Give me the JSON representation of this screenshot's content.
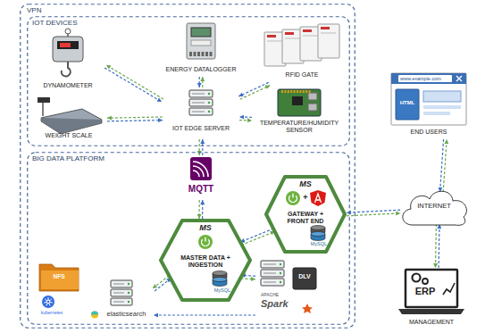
{
  "diagram": {
    "nodes": [
      {
        "text": [
          "VPN"
        ]
      },
      {
        "text": [
          "IOT DEVICES"
        ],
        "in": 0
      },
      {
        "text": [
          "BIG DATA PLATFORM"
        ],
        "in": 0
      },
      {
        "text": [
          "DYNAMOMETER"
        ],
        "in": 1
      },
      {
        "text": [
          "ENERGY DATALOGGER"
        ],
        "in": 1
      },
      {
        "text": [
          "RFID GATE"
        ],
        "in": 1
      },
      {
        "text": [
          "WEIGHT SCALE"
        ],
        "in": 1
      },
      {
        "text": [
          "IOT EDGE SERVER"
        ],
        "in": 1
      },
      {
        "text": [
          "TEMPERATURE/HUMIDITY SENSOR"
        ],
        "in": 1
      },
      {
        "text": [
          "MQTT"
        ],
        "in": 2
      },
      {
        "text": [
          "MS",
          "MASTER DATA + INGESTION",
          "MySQL"
        ],
        "in": 2
      },
      {
        "text": [
          "MS",
          "+",
          "GATEWAY + FRONT END",
          "MySQL"
        ],
        "in": 2
      },
      {
        "text": [
          "elasticsearch"
        ],
        "in": 2
      },
      {
        "text": [
          "NFS",
          "kubernetes"
        ],
        "in": 2
      },
      {
        "text": [
          "APACHE",
          "Spark",
          "DLV"
        ],
        "in": 2
      },
      {
        "text": [
          "www.example.com",
          "HTML",
          "END USERS"
        ]
      },
      {
        "text": [
          "INTERNET"
        ]
      },
      {
        "text": [
          "ERP",
          "MANAGEMENT"
        ]
      }
    ],
    "edges": [
      {
        "from": 7,
        "to": 3,
        "arrow": "both"
      },
      {
        "from": 7,
        "to": 4,
        "arrow": "both"
      },
      {
        "from": 7,
        "to": 5,
        "arrow": "both"
      },
      {
        "from": 7,
        "to": 6,
        "arrow": "both"
      },
      {
        "from": 7,
        "to": 8,
        "arrow": "both"
      },
      {
        "from": 7,
        "to": 9,
        "arrow": "both"
      },
      {
        "from": 9,
        "to": 10,
        "arrow": "both"
      },
      {
        "from": 10,
        "to": 11,
        "arrow": "both"
      },
      {
        "from": 10,
        "to": 12,
        "arrow": "both"
      },
      {
        "from": 10,
        "to": 14,
        "arrow": "both"
      },
      {
        "from": 14,
        "to": 12,
        "arrow": "to"
      },
      {
        "from": 11,
        "to": 16,
        "arrow": "both"
      },
      {
        "from": 16,
        "to": 15,
        "arrow": "both"
      },
      {
        "from": 16,
        "to": 17,
        "arrow": "both"
      }
    ]
  }
}
